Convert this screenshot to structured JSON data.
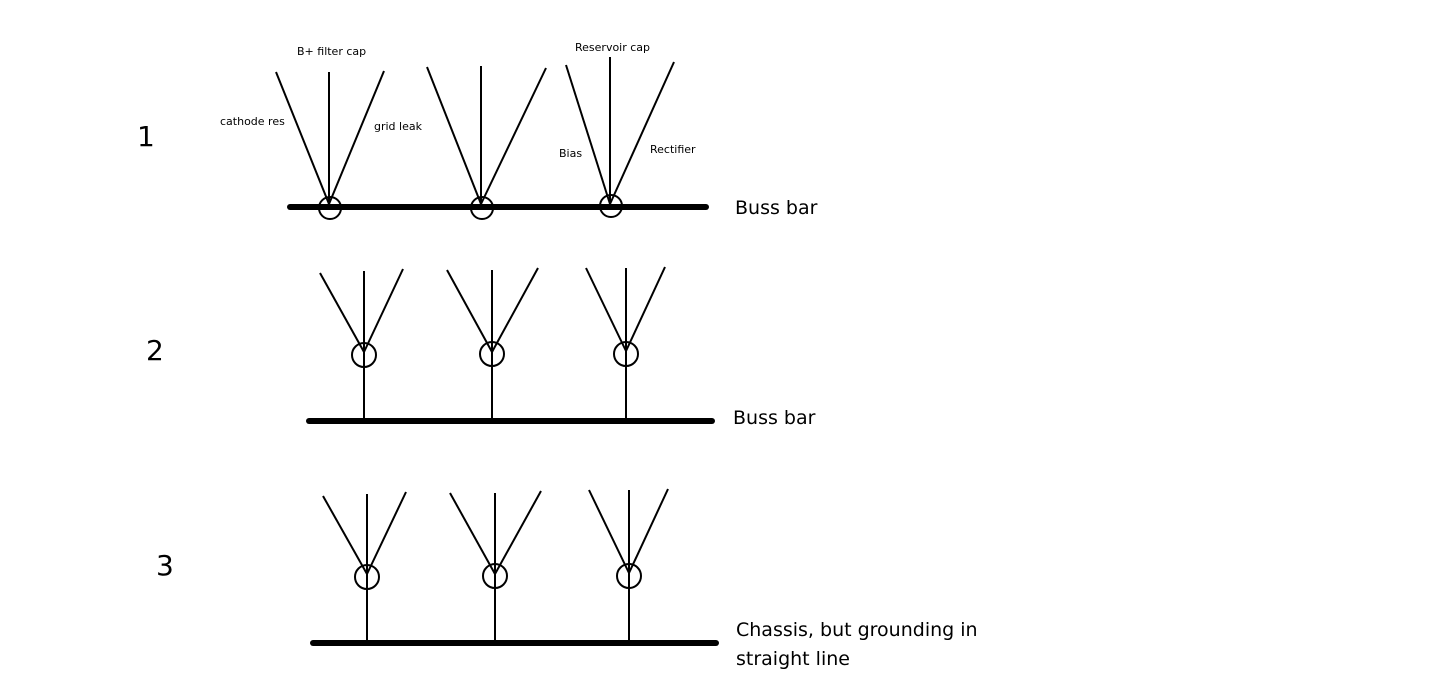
{
  "labels": {
    "cathode_res": "cathode res",
    "b_filter_cap": "B+ filter cap",
    "grid_leak": "grid leak",
    "reservoir_cap": "Reservoir cap",
    "bias": "Bias",
    "rectifier": "Rectifier"
  },
  "rows": [
    {
      "number": "1",
      "bar_label": "Buss bar"
    },
    {
      "number": "2",
      "bar_label": "Buss bar"
    },
    {
      "number": "3",
      "bar_label_line1": "Chassis, but grounding in",
      "bar_label_line2": "straight line"
    }
  ],
  "colors": {
    "ink": "#000000",
    "background": "#ffffff"
  }
}
